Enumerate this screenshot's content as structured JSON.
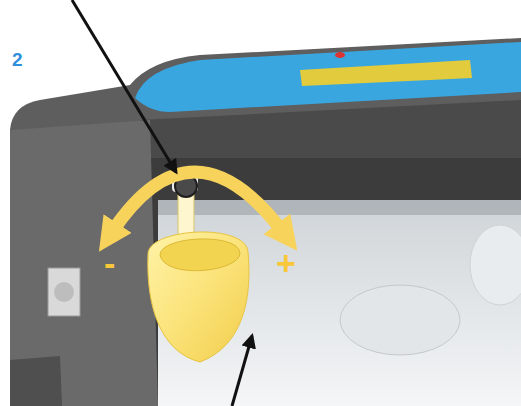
{
  "diagram": {
    "labels": [
      "2",
      "-",
      "+"
    ]
  }
}
